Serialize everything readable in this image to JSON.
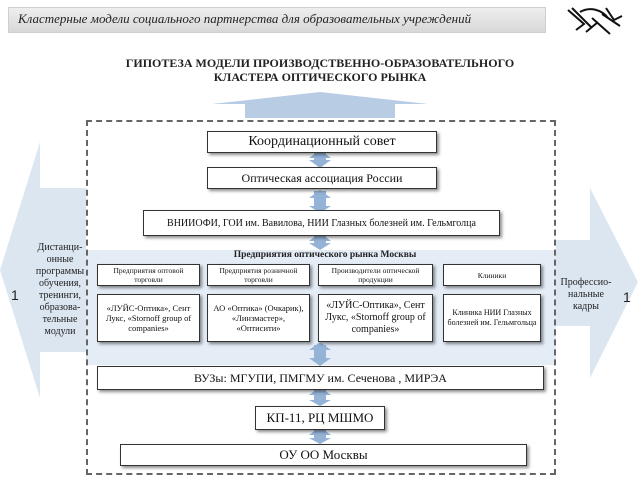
{
  "header": {
    "title": "Кластерные модели социального партнерства для образовательных учреждений"
  },
  "diagram": {
    "title_line1": "ГИПОТЕЗА МОДЕЛИ ПРОИЗВОДСТВЕННО-ОБРАЗОВАТЕЛЬНОГО",
    "title_line2": "КЛАСТЕРА ОПТИЧЕСКОГО РЫНКА",
    "coordination": "Координационный совет",
    "association": "Оптическая ассоциация России",
    "research": "ВНИИОФИ, ГОИ им. Вавилова, НИИ Глазных болезней им. Гельмголца",
    "enterprises_title": "Предприятия оптического рынка Москвы",
    "categories": [
      {
        "header": "Предприятия оптовой торговли",
        "body": "«ЛУЙС-Оптика», Сент Лукс, «Stornoff group of companies»"
      },
      {
        "header": "Предприятия розничной торговли",
        "body": "АО «Оптика» (Очкарик), «Линзмастер», «Оптисити»"
      },
      {
        "header": "Производители оптической продукции",
        "body": "«ЛУЙС-Оптика», Сент Лукс, «Stornoff group of companies»"
      },
      {
        "header": "Клиники",
        "body": "Клиника НИИ Глазных болезней им. Гельмгольца"
      }
    ],
    "universities": "ВУЗы: МГУПИ, ПМГМУ им. Сеченова , МИРЭА",
    "college": "КП-11, РЦ МШМО",
    "schools": "ОУ ОО Москвы",
    "left_side": {
      "line1": "Дистанци-",
      "line2": "онные",
      "line3": "программы",
      "line4": "обучения,",
      "line5": "тренинги,",
      "line6": "образова-",
      "line7": "тельные",
      "line8": "модули",
      "number": "1"
    },
    "right_side": {
      "line1": "Профессио-",
      "line2": "нальные",
      "line3": "кадры",
      "number": "1"
    }
  },
  "colors": {
    "arrow": "#dce6f1",
    "arrow_up": "#b8cce4",
    "connector": "#95b3d7",
    "band": "#e4ecf6"
  }
}
